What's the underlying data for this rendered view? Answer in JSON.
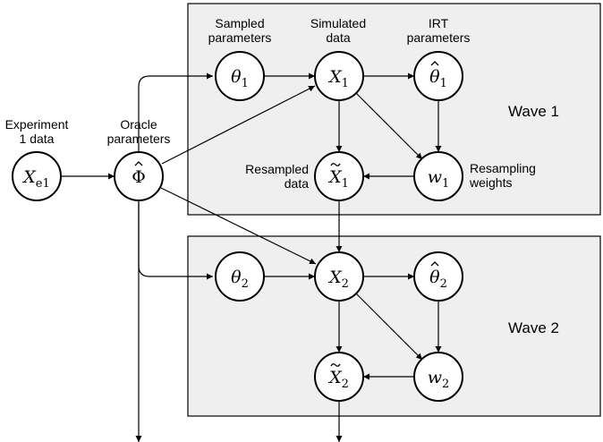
{
  "waves": [
    {
      "label": "Wave 1"
    },
    {
      "label": "Wave 2"
    }
  ],
  "labels": {
    "experiment": [
      "Experiment",
      "1 data"
    ],
    "oracle": [
      "Oracle",
      "parameters"
    ],
    "sampled": [
      "Sampled",
      "parameters"
    ],
    "simulated": [
      "Simulated",
      "data"
    ],
    "irt": [
      "IRT",
      "parameters"
    ],
    "resampled": [
      "Resampled",
      "data"
    ],
    "resampling": [
      "Resampling",
      "weights"
    ]
  },
  "nodes": {
    "xe1": {
      "base": "X",
      "sub": "e1",
      "sub_upright": true
    },
    "phi": {
      "base": "Φ",
      "hat": true,
      "upright": true
    },
    "theta1": {
      "base": "θ",
      "sub": "1"
    },
    "x1": {
      "base": "X",
      "sub": "1"
    },
    "thetahat1": {
      "base": "θ",
      "sub": "1",
      "hat": true
    },
    "w1": {
      "base": "w",
      "sub": "1"
    },
    "xtilde1": {
      "base": "X",
      "sub": "1",
      "tilde": true
    },
    "theta2": {
      "base": "θ",
      "sub": "2"
    },
    "x2": {
      "base": "X",
      "sub": "2"
    },
    "thetahat2": {
      "base": "θ",
      "sub": "2",
      "hat": true
    },
    "w2": {
      "base": "w",
      "sub": "2"
    },
    "xtilde2": {
      "base": "X",
      "sub": "2",
      "tilde": true
    }
  }
}
